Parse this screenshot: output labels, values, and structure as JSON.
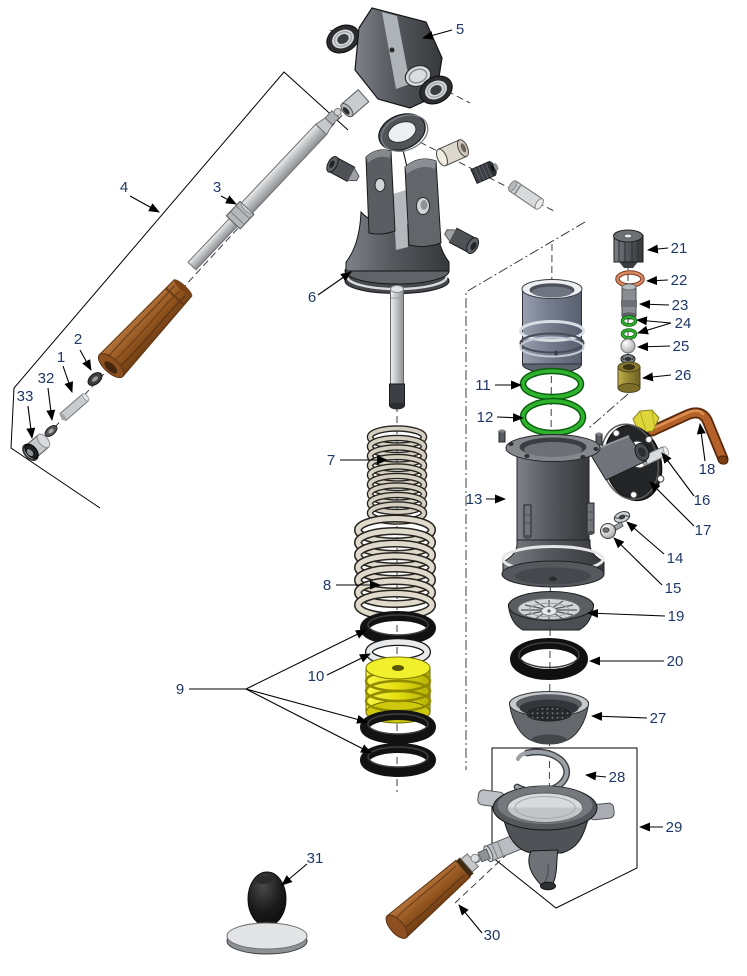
{
  "figure": {
    "kind": "exploded-parts-diagram",
    "background": "#ffffff"
  },
  "colors": {
    "callout_text": "#1f3864",
    "line": "#000000",
    "green_oring": "#2fb32f",
    "yellow_piston": "#efe91e",
    "orange_oring": "#d08663",
    "copper_pipe": "#b5622a",
    "brass_yellow": "#ddd63a",
    "brass_seat": "#8a7a30",
    "wood": "#a2632e",
    "steel_light": "#d9d9d9",
    "metal_dark": "#55585d",
    "slate_cylinder": "#7b8294",
    "spring_silver": "#d6d0c2"
  },
  "callouts": [
    {
      "label": "1"
    },
    {
      "label": "2"
    },
    {
      "label": "3"
    },
    {
      "label": "4"
    },
    {
      "label": "5"
    },
    {
      "label": "6"
    },
    {
      "label": "7"
    },
    {
      "label": "8"
    },
    {
      "label": "9"
    },
    {
      "label": "10"
    },
    {
      "label": "11"
    },
    {
      "label": "12"
    },
    {
      "label": "13"
    },
    {
      "label": "14"
    },
    {
      "label": "15"
    },
    {
      "label": "16"
    },
    {
      "label": "17"
    },
    {
      "label": "18"
    },
    {
      "label": "19"
    },
    {
      "label": "20"
    },
    {
      "label": "21"
    },
    {
      "label": "22"
    },
    {
      "label": "23"
    },
    {
      "label": "24"
    },
    {
      "label": "25"
    },
    {
      "label": "26"
    },
    {
      "label": "27"
    },
    {
      "label": "28"
    },
    {
      "label": "29"
    },
    {
      "label": "30"
    },
    {
      "label": "31"
    },
    {
      "label": "32"
    },
    {
      "label": "33"
    }
  ]
}
